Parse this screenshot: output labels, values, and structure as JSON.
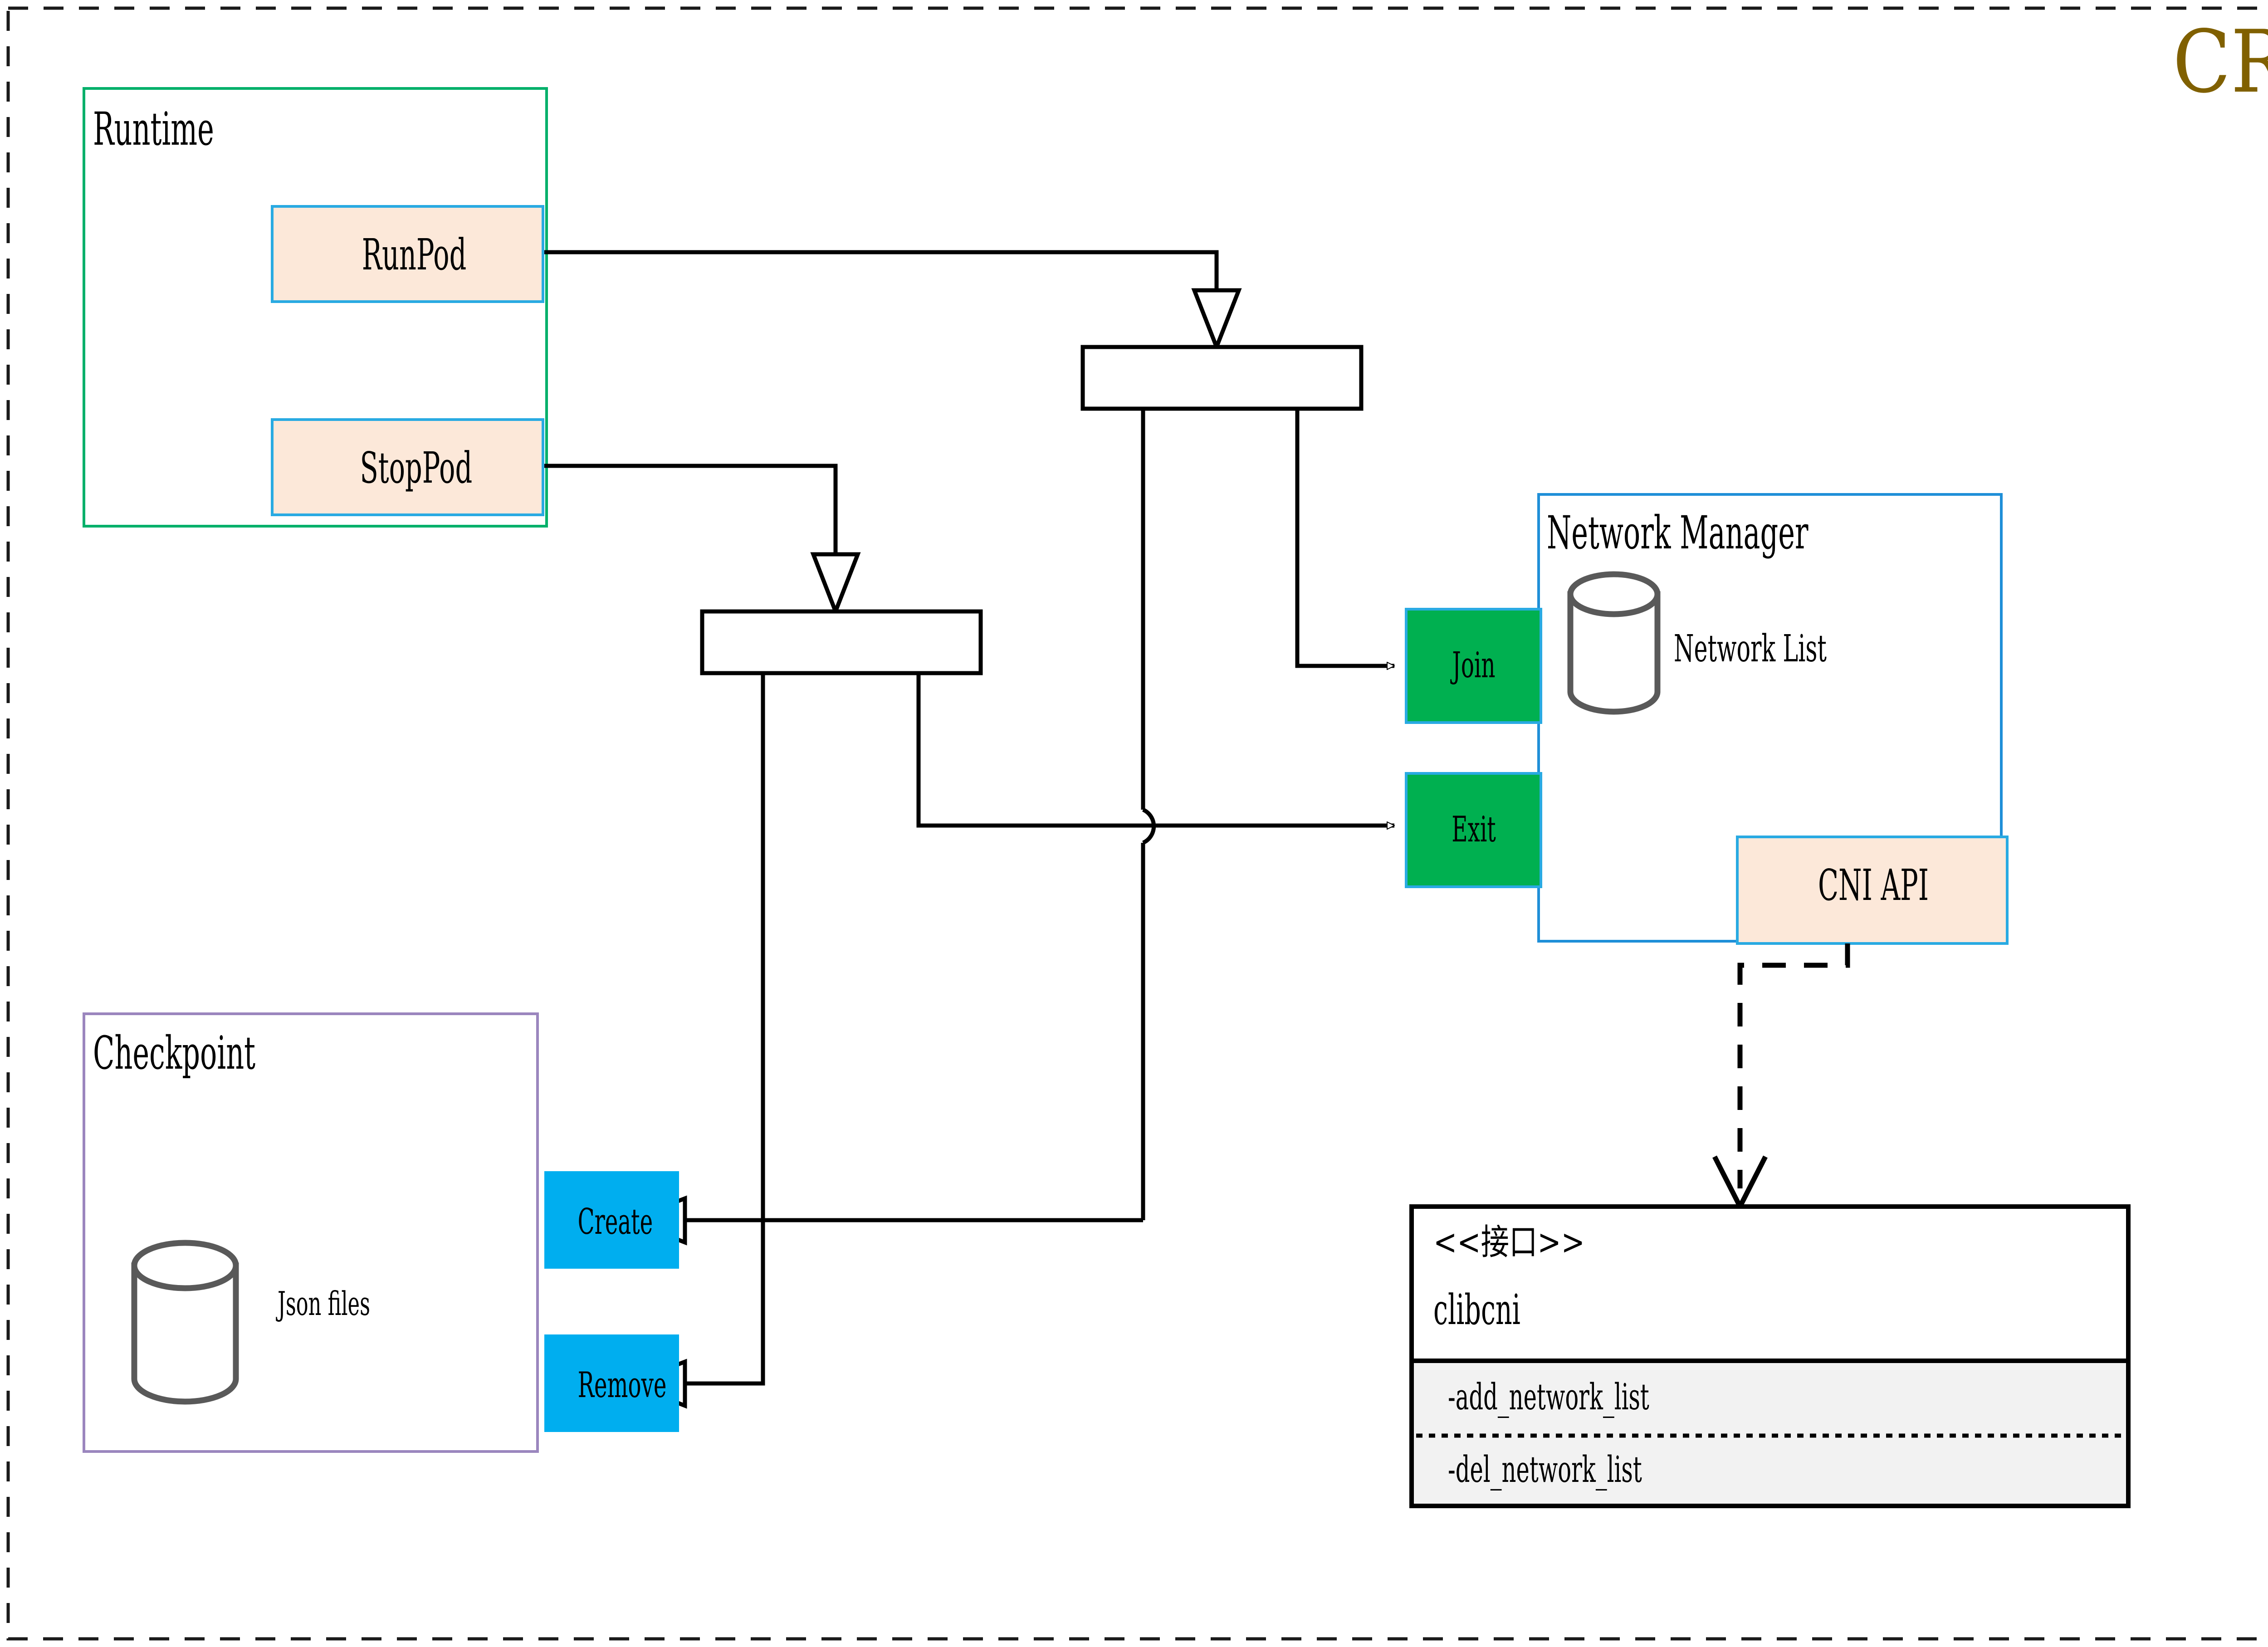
{
  "diagram": {
    "title": "CRI",
    "title_color": "#806000",
    "outer_border": "dashed"
  },
  "groups": {
    "runtime": {
      "label": "Runtime",
      "border_color": "#00b06a"
    },
    "checkpoint": {
      "label": "Checkpoint",
      "border_color": "#9b86be"
    },
    "network_manager": {
      "label": "Network Manager",
      "border_color": "#1f8fd8"
    }
  },
  "runtime_ops": [
    {
      "label": "RunPod",
      "fill": "#fce8d9",
      "border": "#29aae2"
    },
    {
      "label": "StopPod",
      "fill": "#fce8d9",
      "border": "#29aae2"
    }
  ],
  "network_ops": [
    {
      "label": "Join",
      "fill": "#00b050",
      "border": "#29aae2"
    },
    {
      "label": "Exit",
      "fill": "#00b050",
      "border": "#29aae2"
    }
  ],
  "checkpoint_ops": [
    {
      "label": "Create",
      "fill": "#00aeef"
    },
    {
      "label": "Remove",
      "fill": "#00aeef"
    }
  ],
  "stores": [
    {
      "label": "Json files",
      "owner": "checkpoint",
      "stroke": "#595959"
    },
    {
      "label": "Network List",
      "owner": "network_manager",
      "stroke": "#595959"
    }
  ],
  "cni_api": {
    "label": "CNI API",
    "fill": "#fce8d9",
    "border": "#29aae2"
  },
  "interface_box": {
    "stereotype": "<<接口>>",
    "name": "clibcni",
    "methods": [
      "-add_network_list",
      "-del_network_list"
    ],
    "methods_fill": "#f2f2f2",
    "border": "#000000"
  },
  "junctions": [
    {
      "name": "runpod-junction"
    },
    {
      "name": "stoppod-junction"
    }
  ]
}
